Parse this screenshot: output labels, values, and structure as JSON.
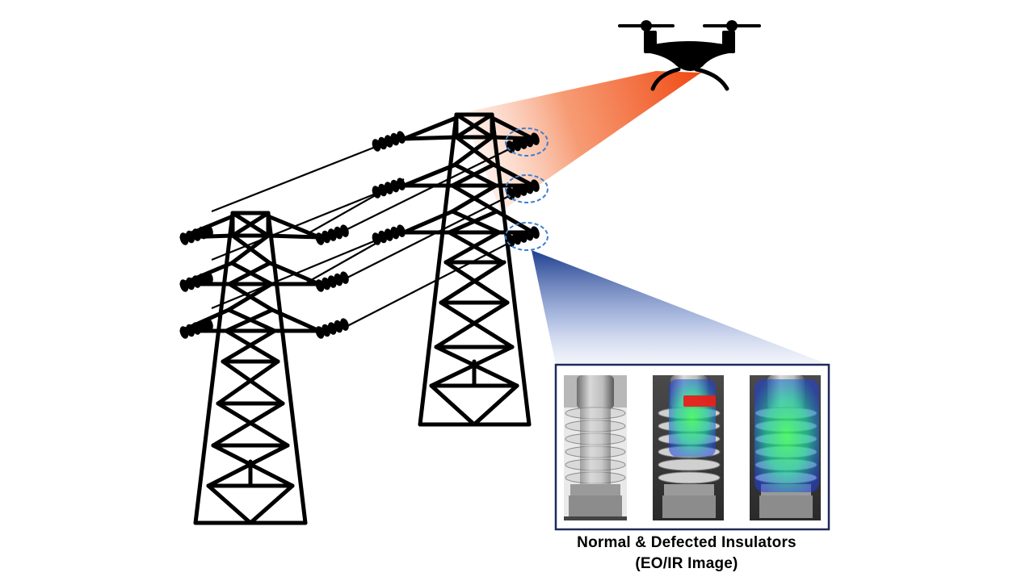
{
  "caption": {
    "line1": "Normal & Defected Insulators",
    "line2": "(EO/IR Image)"
  },
  "colors": {
    "tower": "#000000",
    "drone": "#000000",
    "drone_beam": "#f05a24",
    "zoom_beam": "#2a4a9a",
    "highlight_circle": "#3b7fd0",
    "inset_frame": "#1f2a5a",
    "defect_hotspot": "#e8201a"
  },
  "icons": {
    "drone": "drone-icon",
    "tower": "transmission-tower-icon",
    "insulator": "insulator-icon"
  },
  "insets": [
    {
      "label": "normal-insulator-eo"
    },
    {
      "label": "defected-insulator-ir-overlay"
    },
    {
      "label": "insulator-ir-overlay"
    }
  ]
}
